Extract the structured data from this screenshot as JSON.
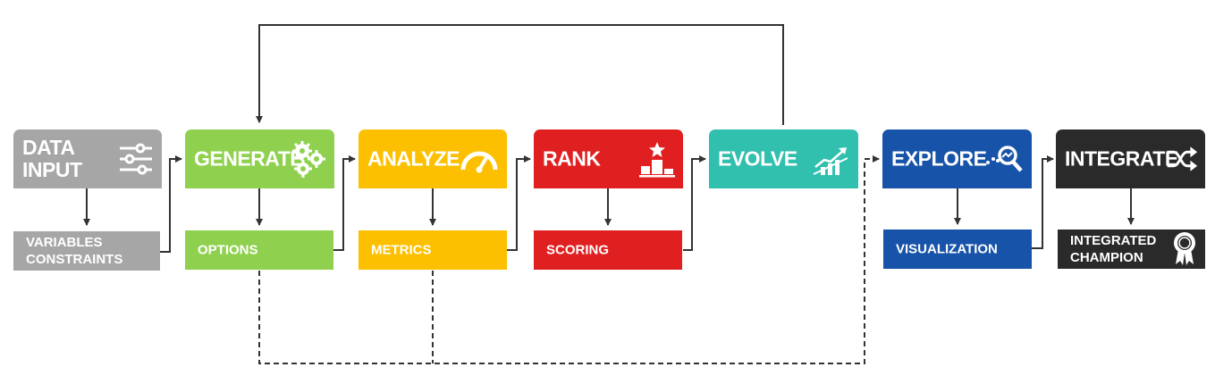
{
  "steps": [
    {
      "label": "DATA\nINPUT",
      "color": "#a6a6a6",
      "icon": "sliders-icon",
      "sub": {
        "label": "VARIABLES\nCONSTRAINTS",
        "color": "#a6a6a6"
      }
    },
    {
      "label": "GENERATE",
      "color": "#8fd14f",
      "icon": "gears-icon",
      "sub": {
        "label": "OPTIONS",
        "color": "#8fd14f"
      }
    },
    {
      "label": "ANALYZE",
      "color": "#fcc000",
      "icon": "speedometer-icon",
      "sub": {
        "label": "METRICS",
        "color": "#fcc000"
      }
    },
    {
      "label": "RANK",
      "color": "#e02020",
      "icon": "podium-icon",
      "sub": {
        "label": "SCORING",
        "color": "#e02020"
      }
    },
    {
      "label": "EVOLVE",
      "color": "#31bfae",
      "icon": "growth-chart-icon"
    },
    {
      "label": "EXPLORE",
      "color": "#1753a8",
      "icon": "magnify-icon",
      "sub": {
        "label": "VISUALIZATION",
        "color": "#1753a8"
      }
    },
    {
      "label": "INTEGRATE",
      "color": "#2a2a2a",
      "icon": "shuffle-icon",
      "sub": {
        "label": "INTEGRATED\nCHAMPION",
        "color": "#2a2a2a",
        "icon": "award-ribbon-icon"
      }
    }
  ]
}
